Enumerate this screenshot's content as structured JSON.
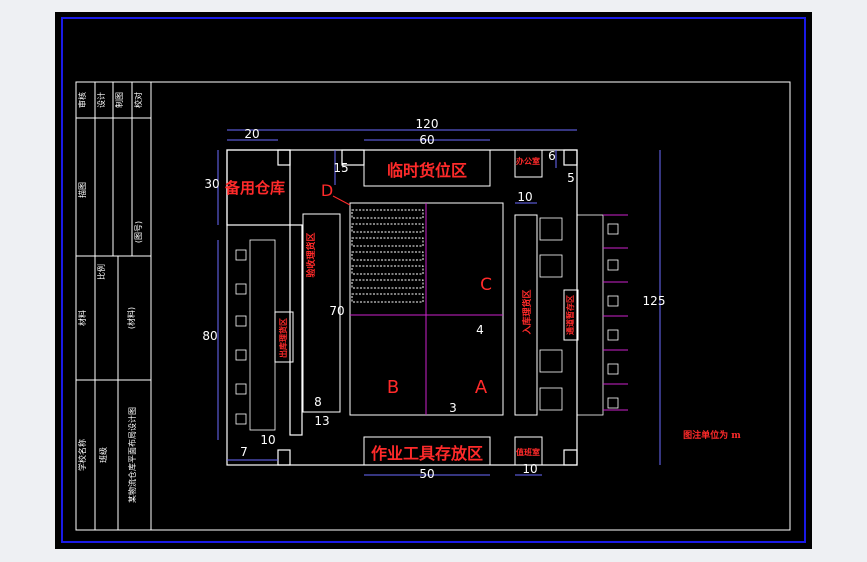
{
  "title_block": {
    "row_labels": [
      "审核",
      "设计",
      "制图",
      "校对",
      "描图"
    ],
    "scale_label": "比例",
    "scale_note": "(图号)",
    "material_label": "材料",
    "material_note": "(材料)",
    "school_label": "学校名称",
    "class_label": "班级",
    "drawing_title": "某物流仓库平面布局设计图"
  },
  "areas": {
    "spare_warehouse": "备用仓库",
    "temp_cargo": "临时货位区",
    "tool_storage": "作业工具存放区",
    "office_top": "办公室",
    "office_bottom": "值班室",
    "zone_a": "A",
    "zone_b": "B",
    "zone_c": "C",
    "zone_d": "D",
    "left_strip": "验收理货区",
    "left_strip_2": "出库理货区",
    "right_strip": "入库理货区",
    "right_strip_2": "通道暂存区"
  },
  "dimensions": {
    "overall_width": "120",
    "top_mid": "60",
    "top_left": "20",
    "top_right": "10",
    "left_30": "30",
    "left_15": "15",
    "left_80": "80",
    "right_125": "125",
    "right_6": "6",
    "right_5": "5",
    "right_10": "10",
    "inner_70": "70",
    "inner_13": "13",
    "inner_3": "3",
    "inner_4": "4",
    "inner_8": "8",
    "bottom_7": "7",
    "bottom_10": "10",
    "bottom_50": "50",
    "bottom_10b": "10"
  },
  "note": "图注单位为 m",
  "colors": {
    "frame_outer": "#1a1ae6",
    "frame_inner": "#ffffff",
    "dim_line": "#6b6bff",
    "accent_red": "#ff2a2a",
    "dock": "#cc22cc",
    "bg": "#000000"
  }
}
